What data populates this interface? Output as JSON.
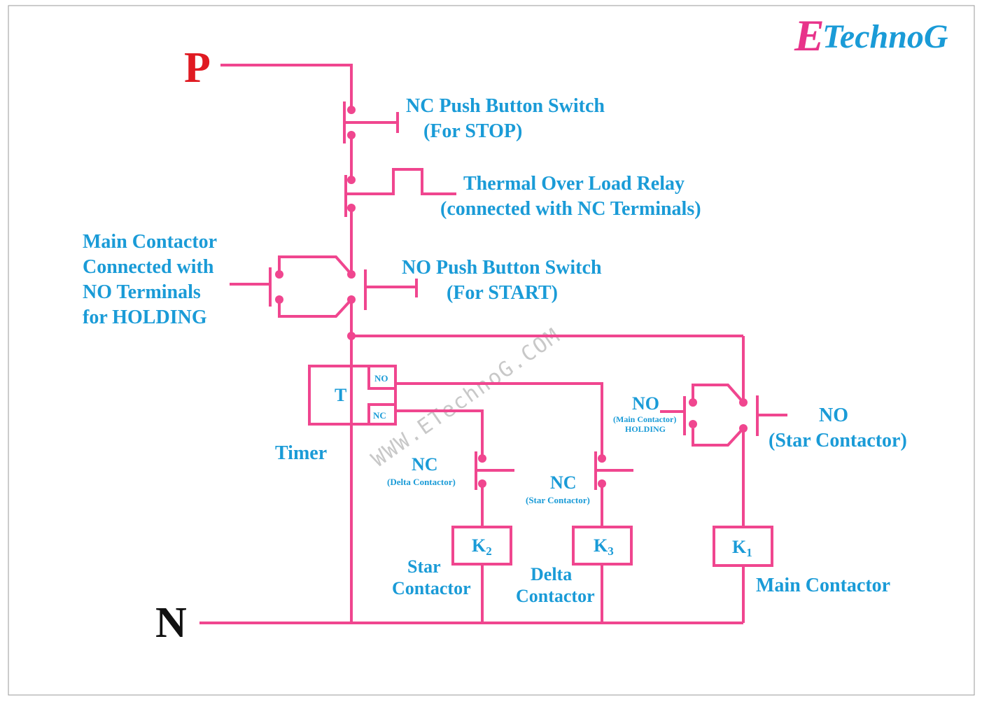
{
  "logo": {
    "letter": "E",
    "rest": "TechnoG"
  },
  "watermark": "WWW.ETechnoG.COM",
  "rails": {
    "p": "P",
    "n": "N"
  },
  "labels": {
    "stop_l1": "NC Push Button Switch",
    "stop_l2": "(For STOP)",
    "olr_l1": "Thermal Over Load Relay",
    "olr_l2": "(connected with NC Terminals)",
    "start_l1": "NO Push Button Switch",
    "start_l2": "(For START)",
    "hold_l1": "Main Contactor",
    "hold_l2": "Connected with",
    "hold_l3": "NO Terminals",
    "hold_l4": "for HOLDING",
    "timer": "Timer",
    "timer_no": "NO",
    "timer_nc": "NC",
    "nc_delta": "NC",
    "nc_delta_sub": "(Delta Contactor)",
    "nc_star": "NC",
    "nc_star_sub": "(Star Contactor)",
    "no_main": "NO",
    "no_main_sub1": "(Main Contactor)",
    "no_main_sub2": "HOLDING",
    "no_star_l1": "NO",
    "no_star_l2": "(Star Contactor)",
    "star_l1": "Star",
    "star_l2": "Contactor",
    "delta_l1": "Delta",
    "delta_l2": "Contactor",
    "main_contactor": "Main Contactor"
  },
  "blocks": {
    "timer": "T",
    "k2": {
      "base": "K",
      "sub": "2"
    },
    "k3": {
      "base": "K",
      "sub": "3"
    },
    "k1": {
      "base": "K",
      "sub": "1"
    }
  },
  "colors": {
    "wire": "#f0468f",
    "label": "#1a9bd7",
    "rail_p": "#e01a22",
    "rail_n": "#111111",
    "logo_e": "#e8338a"
  }
}
